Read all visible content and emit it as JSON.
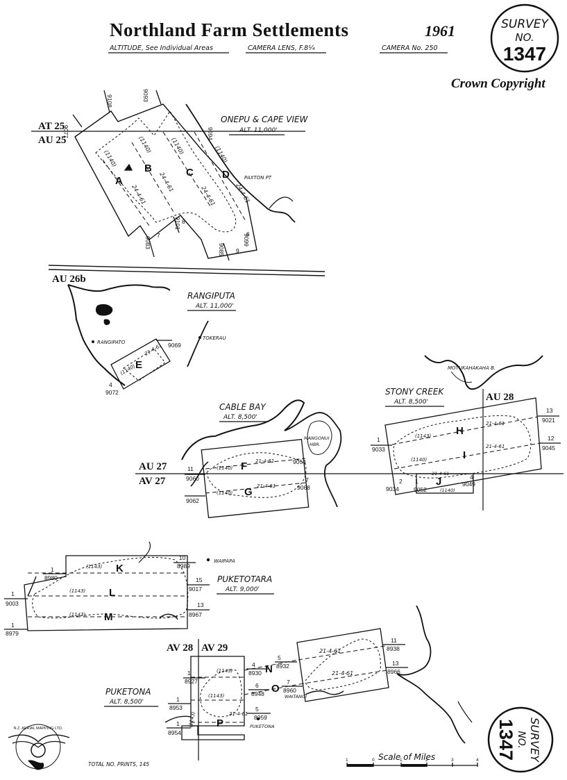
{
  "header": {
    "title": "Northland Farm Settlements",
    "year": "1961",
    "altitude_note": "ALTITUDE, See Individual Areas",
    "camera_lens": "CAMERA LENS, F.8¼",
    "camera_no": "CAMERA No. 250",
    "copyright": "Crown Copyright"
  },
  "survey_stamp": {
    "word": "SURVEY",
    "no": "NO.",
    "number": "1347"
  },
  "sheet_refs": {
    "at25": "AT 25",
    "au25": "AU 25",
    "au26b": "AU 26b",
    "au27": "AU 27",
    "av27": "AV 27",
    "au28": "AU 28",
    "av28": "AV 28",
    "av29": "AV 29"
  },
  "areas": {
    "onepu": {
      "name": "ONEPU & CAPE VIEW",
      "alt": "ALT. 11,000'"
    },
    "rangiputa": {
      "name": "RANGIPUTA",
      "alt": "ALT. 11,000'"
    },
    "cable_bay": {
      "name": "CABLE BAY",
      "alt": "ALT. 8,500'"
    },
    "stony_creek": {
      "name": "STONY CREEK",
      "alt": "ALT. 8,500'"
    },
    "puketotara": {
      "name": "PUKETOTARA",
      "alt": "ALT. 9,000'"
    },
    "puketona": {
      "name": "PUKETONA",
      "alt": "ALT. 8,500'"
    }
  },
  "places": {
    "paxton": "PAXTON PT",
    "rangipato": "RANGIPATO",
    "tokerau": "TOKERAU",
    "mangonui": "MANGONUI",
    "harbour": "HBR.",
    "motukahakaha": "MOTUKAHAKAHA B.",
    "waipapa": "WAIPAPA",
    "waitangi": "WAITANGI",
    "puketona_pt": "PUKETONA"
  },
  "strip_letters": [
    "A",
    "B",
    "C",
    "D",
    "E",
    "F",
    "G",
    "H",
    "I",
    "J",
    "K",
    "L",
    "M",
    "N",
    "O",
    "P"
  ],
  "photo_numbers": {
    "p9077": "9077",
    "p9108": "9108",
    "p9093": "9093",
    "p9094": "9094",
    "p9083": "9083",
    "p9101": "9101",
    "p9085": "9085",
    "p9099": "9099",
    "p9069": "9069",
    "p9072": "9072",
    "p9060": "9060",
    "p9062": "9062",
    "p9054": "9054",
    "p9068": "9068",
    "p9033": "9033",
    "p9034": "9034",
    "p9052": "9052",
    "p9049": "9049",
    "p9021": "9021",
    "p9045": "9045",
    "p8980": "8980",
    "p8989": "8989",
    "p9003": "9003",
    "p9017": "9017",
    "p8979": "8979",
    "p8967": "8967",
    "p8927": "8927",
    "p8930": "8930",
    "p8932": "8932",
    "p8938": "8938",
    "p8953": "8953",
    "p8948": "8948",
    "p8960": "8960",
    "p8966": "8966",
    "p8954": "8954",
    "p8959": "8959"
  },
  "run_numbers": {
    "r1": "1",
    "r3": "3",
    "r5": "5",
    "r6": "6",
    "r7": "7",
    "r8": "8",
    "r9": "9",
    "r10": "10",
    "r11": "11",
    "r12": "12",
    "r13": "13",
    "r15": "15",
    "r4": "4",
    "r2": "2"
  },
  "flight_labels": {
    "f1140": "(1140)",
    "f1143": "(1143)",
    "d24": "24-4-61",
    "d21": "21-4-61"
  },
  "footer": {
    "total_prints": "TOTAL NO. PRINTS, 145",
    "scale": "Scale of Miles",
    "scale_ticks": [
      "1",
      "0",
      "1",
      "2",
      "3",
      "4"
    ],
    "logo": "N.Z. AERIAL MAPPING LTD."
  }
}
